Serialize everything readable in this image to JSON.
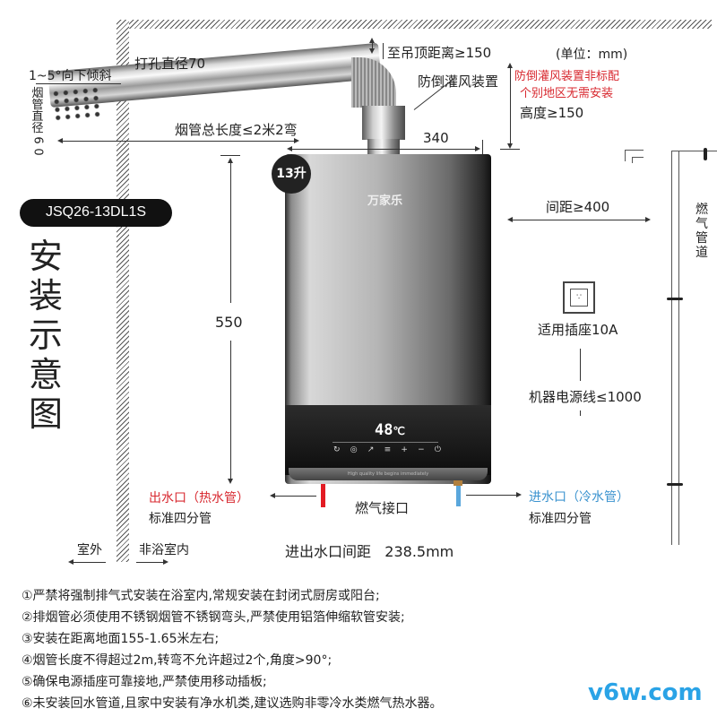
{
  "diagram": {
    "title_vertical": [
      "安",
      "装",
      "示",
      "意",
      "图"
    ],
    "model": "JSQ26-13DL1S",
    "capacity_badge": "13升",
    "unit_note": "(单位：mm)",
    "brand_logo": "万家乐",
    "flue": {
      "tilt": "1~5°向下倾斜",
      "hole_diameter": "打孔直径70",
      "pipe_diameter_vertical": [
        "烟",
        "管",
        "直",
        "径",
        "6",
        "0"
      ],
      "total_length": "烟管总长度≤2米2弯",
      "to_ceiling": "至吊顶距离≥150",
      "anti_backdraft": "防倒灌风装置",
      "anti_backdraft_note_line1": "防倒灌风装置非标配",
      "anti_backdraft_note_line2": "个别地区无需安装",
      "height": "高度≥150",
      "width_dim": "340"
    },
    "height_dim": "550",
    "spacing": "间距≥400",
    "gas_pipe_vertical": [
      "燃",
      "气",
      "管",
      "道"
    ],
    "socket_label": "适用插座10A",
    "power_cord": "机器电源线≤1000",
    "outlet": {
      "label": "出水口（热水管）",
      "sub": "标准四分管",
      "color": "#d8282f"
    },
    "inlet": {
      "label": "进水口（冷水管）",
      "sub": "标准四分管",
      "color": "#3b93cf"
    },
    "gas_inlet": "燃气接口",
    "outdoor": "室外",
    "indoor": "非浴室内",
    "port_spacing_label": "进出水口间距",
    "port_spacing_value": "238.5mm",
    "display": {
      "temperature": "48",
      "unit": "℃",
      "tagline": "High quality life begins immediately",
      "buttons": [
        "power-saving",
        "mode",
        "wifi",
        "bath",
        "plus",
        "minus",
        "power"
      ]
    }
  },
  "notes": [
    "①严禁将强制排气式安装在浴室内,常规安装在封闭式厨房或阳台;",
    "②排烟管必须使用不锈钢烟管不锈钢弯头,严禁使用铝箔伸缩软管安装;",
    "③安装在距离地面155-1.65米左右;",
    "④烟管长度不得超过2m,转弯不允许超过2个,角度>90°;",
    "⑤确保电源插座可靠接地,严禁使用移动插板;",
    "⑥未安装回水管道,且家中安装有净水机类,建议选购非零冷水类燃气热水器。"
  ],
  "watermark": "v6w.com",
  "colors": {
    "hot": "#d8282f",
    "cold": "#3b93cf",
    "watermark": "#2aa3e6"
  }
}
